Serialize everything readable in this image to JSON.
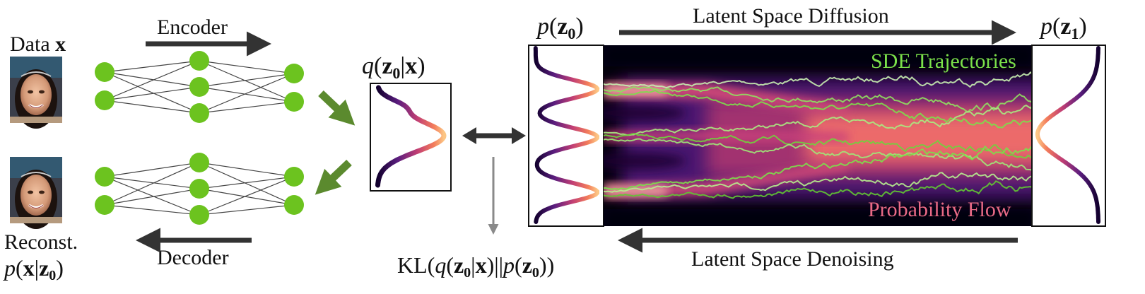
{
  "labels": {
    "data_prefix": "Data ",
    "data_var": "x",
    "encoder": "Encoder",
    "decoder": "Decoder",
    "reconst": "Reconst.",
    "sde_trajectories": "SDE Trajectories",
    "probability_flow": "Probability Flow",
    "latent_space_diffusion": "Latent Space Diffusion",
    "latent_space_denoising": "Latent Space Denoising"
  },
  "math": {
    "p_x_given_z0": {
      "p": "p",
      "open": "(",
      "x": "x",
      "bar": "|",
      "z0": "z",
      "sub": "0",
      "close": ")"
    },
    "q_z0_given_x": {
      "q": "q",
      "open": "(",
      "z0": "z",
      "sub": "0",
      "bar": "|",
      "x": "x",
      "close": ")"
    },
    "p_z0": {
      "p": "p",
      "open": "(",
      "z0": "z",
      "sub": "0",
      "close": ")"
    },
    "p_z1": {
      "p": "p",
      "open": "(",
      "z1": "z",
      "sub": "1",
      "close": ")"
    },
    "kl": {
      "kl": "KL",
      "open": "(",
      "q": "q",
      "open2": "(",
      "z": "z",
      "sub": "0",
      "bar": "|",
      "x": "x",
      "close2": ")",
      "dbar": "||",
      "p": "p",
      "open3": "(",
      "z2": "z",
      "sub2": "0",
      "close3": "))"
    }
  },
  "colors": {
    "node_green": "#6cc31f",
    "arrow_green": "#5b8a2e",
    "arrow_dark": "#333333",
    "arrow_gray": "#8a8a8a",
    "sde_green": "#7be04a",
    "flow_pink": "#e96a86"
  },
  "icons": {
    "face_top": "face-photo-icon",
    "face_bottom": "face-photo-icon"
  }
}
